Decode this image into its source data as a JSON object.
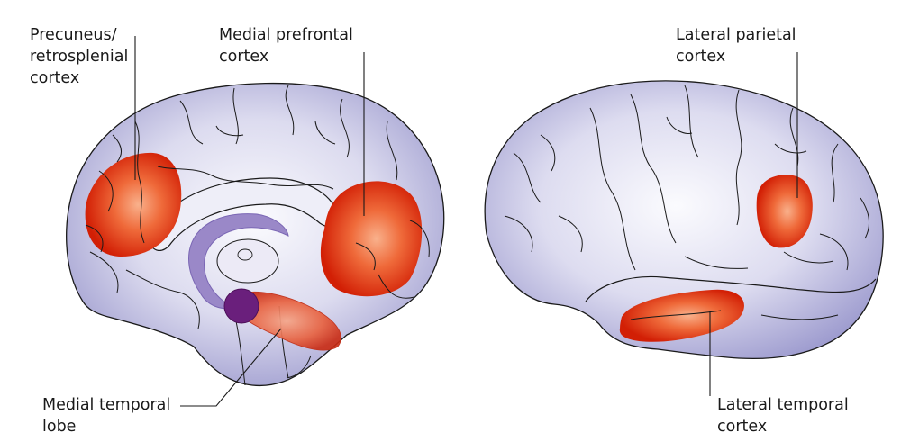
{
  "labels": {
    "precuneus": [
      "Precuneus/",
      "retrosplenial",
      "cortex"
    ],
    "medial_prefrontal": [
      "Medial prefrontal",
      "cortex"
    ],
    "lateral_parietal": [
      "Lateral parietal",
      "cortex"
    ],
    "medial_temporal": [
      "Medial temporal",
      "lobe"
    ],
    "lateral_temporal": [
      "Lateral temporal",
      "cortex"
    ]
  },
  "colors": {
    "brain_fill": "#b6b4dc",
    "brain_highlight": "#f6f6fc",
    "outline": "#1a1a1a",
    "activation_core": "#f79a72",
    "activation_edge": "#d21f05",
    "ventricle": "#8f7bc4",
    "hippocampus": "#6a1f7c"
  }
}
